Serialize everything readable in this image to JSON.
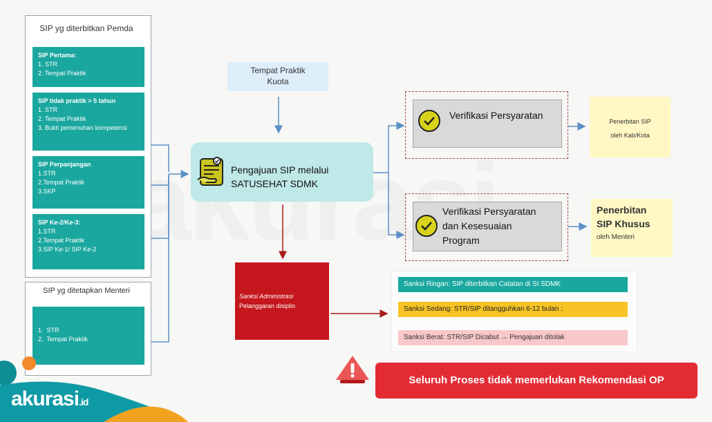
{
  "left_pemda": {
    "title": "SIP yg diterbitkan Pemda",
    "cards": [
      {
        "head": "SIP Pertama:",
        "items": [
          "STR",
          "Tempat Praktik"
        ]
      },
      {
        "head": "SIP tidak praktik > 5 tahun",
        "items": [
          "STR",
          "Tempat Praktik",
          "Bukti pemenuhan kompetensi"
        ]
      },
      {
        "head": "SIP Perpanjangan",
        "items": [
          "1.STR",
          "2.Tempat Praktik",
          "3.SKP"
        ]
      },
      {
        "head": "SIP Ke-2/Ke-3:",
        "items": [
          "1.STR",
          "2.Tempat Praktik",
          "3.SIP Ke-1/ SIP Ke-2"
        ]
      }
    ]
  },
  "left_menteri": {
    "title": "SIP yg ditetapkan Menteri",
    "items": [
      "STR",
      "Tempat Praktik"
    ]
  },
  "kuota": {
    "line1": "Tempat Praktik",
    "line2": "Kuota"
  },
  "center": {
    "line1": "Pengajuan SIP melalui",
    "line2": "SATUSEHAT SDMK"
  },
  "verif1": {
    "label": "Verifikasi Persyaratan"
  },
  "verif2": {
    "line1": "Verifikasi Persyaratan",
    "line2": "dan Kesesuaian",
    "line3": "Program"
  },
  "out1": {
    "line1": "Penerbitan SIP",
    "line2": "oleh Kab/Kota"
  },
  "out2": {
    "line1": "Penerbitan",
    "line2": "SIP Khusus",
    "line3": "oleh Menteri"
  },
  "sanksi_admin": {
    "line1": "Sanksi Administrasi",
    "line2": "Pelanggaran disiplin"
  },
  "sanksi": [
    {
      "text": "Sanksi Ringan: SIP diterbitkan Catatan di SI SDMK",
      "color": "#1aa79f",
      "textColor": "#ffffff"
    },
    {
      "text": "Sanksi Sedang: STR/SIP ditangguhkan 6-12 bulan :",
      "color": "#f7c325",
      "textColor": "#222222"
    },
    {
      "text": "Sanksi Berat: STR/SIP Dicabut → Pengajuan ditolak",
      "color": "#f8c7c9",
      "textColor": "#333333"
    }
  ],
  "banner": {
    "text": "Seluruh Proses tidak memerlukan Rekomendasi OP"
  },
  "watermark": {
    "text": "akurasi"
  },
  "logo": {
    "main": "akurasi",
    "suffix": ".id"
  },
  "colors": {
    "teal": "#1aa79f",
    "light_teal": "#bfe8e8",
    "red": "#c4161c",
    "banner_red": "#e22b33",
    "yellow": "#fff8c4",
    "arrow_blue": "#5b8fc7",
    "arrow_red": "#a81c1c"
  }
}
